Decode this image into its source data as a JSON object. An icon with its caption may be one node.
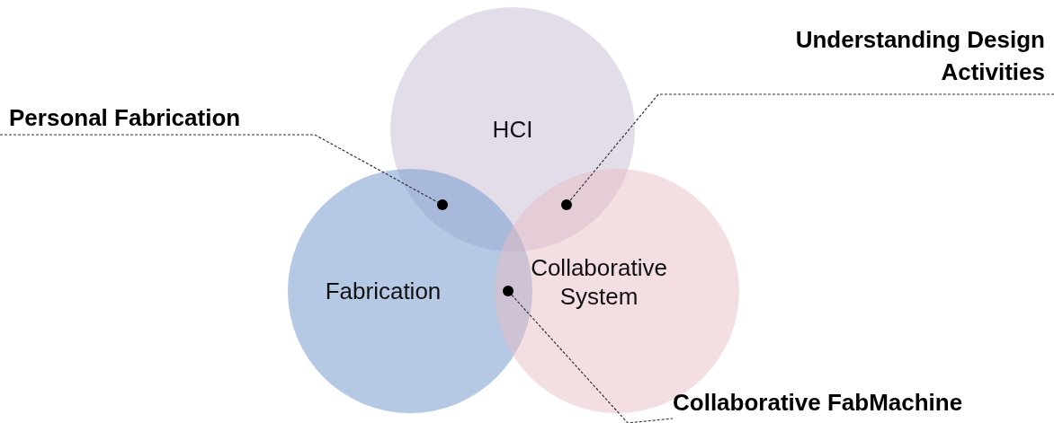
{
  "diagram": {
    "nodes": [
      {
        "text": [
          "HCI"
        ]
      },
      {
        "text": [
          "Fabrication"
        ]
      },
      {
        "text": [
          "Collaborative System"
        ]
      },
      {
        "text": [
          "Personal Fabrication"
        ]
      },
      {
        "text": [
          "Understanding Design Activities"
        ]
      },
      {
        "text": [
          "Collaborative FabMachine"
        ]
      },
      {
        "text": [],
        "shape": "circle"
      },
      {
        "text": [],
        "shape": "circle"
      },
      {
        "text": [],
        "shape": "circle"
      }
    ],
    "edges": [
      {
        "from": 3,
        "to": 6,
        "arrow": "none"
      },
      {
        "from": 4,
        "to": 7,
        "arrow": "none"
      },
      {
        "from": 5,
        "to": 8,
        "arrow": "none"
      }
    ]
  }
}
